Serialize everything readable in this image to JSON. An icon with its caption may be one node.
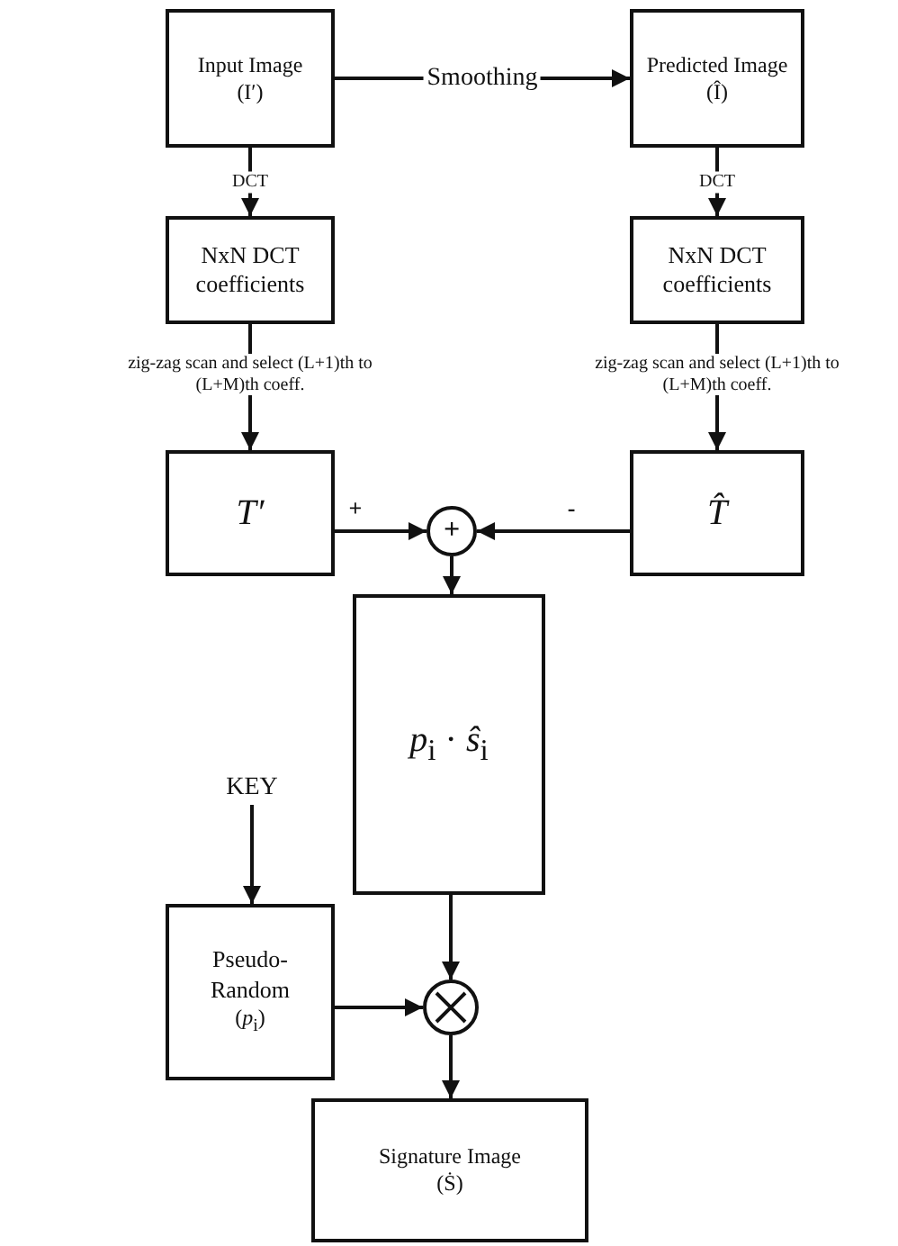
{
  "diagram": {
    "nodes": [
      {
        "text": [
          "Input Image",
          "(I′)"
        ]
      },
      {
        "text": [
          "Predicted Image",
          "(Î)"
        ]
      },
      {
        "text": [
          "NxN DCT coefficients"
        ]
      },
      {
        "text": [
          "NxN DCT coefficients"
        ]
      },
      {
        "text": [
          "T′"
        ]
      },
      {
        "text": [
          "T̂"
        ]
      },
      {
        "text": [
          "+"
        ]
      },
      {
        "text": [
          "*p*$_{i}$ · *ŝ*$_{i}$"
        ]
      },
      {
        "text": [
          "KEY"
        ]
      },
      {
        "text": [
          "Pseudo- Random",
          "(*p*$_{i}$)"
        ]
      },
      {
        "text": [],
        "shape": "circle"
      },
      {
        "text": [
          "Signature Image",
          "(Ṡ)"
        ]
      }
    ],
    "edges": [
      {
        "from": 0,
        "to": 1,
        "arrow": "to",
        "label": "Smoothing"
      },
      {
        "from": 0,
        "to": 2,
        "arrow": "to",
        "label": "DCT"
      },
      {
        "from": 1,
        "to": 3,
        "arrow": "to",
        "label": "DCT"
      },
      {
        "from": 2,
        "to": 4,
        "arrow": "to",
        "label": "zig-zag scan and select (L+1)th to (L+M)th coeff."
      },
      {
        "from": 3,
        "to": 5,
        "arrow": "to",
        "label": "zig-zag scan and select (L+1)th to (L+M)th coeff."
      },
      {
        "from": 4,
        "to": 6,
        "arrow": "to",
        "label": "+"
      },
      {
        "from": 5,
        "to": 6,
        "arrow": "to",
        "label": "-"
      },
      {
        "from": 6,
        "to": 7,
        "arrow": "to"
      },
      {
        "from": 8,
        "to": 9,
        "arrow": "to"
      },
      {
        "from": 7,
        "to": 10,
        "arrow": "to"
      },
      {
        "from": 9,
        "to": 10,
        "arrow": "to"
      },
      {
        "from": 10,
        "to": 11,
        "arrow": "to"
      }
    ]
  }
}
